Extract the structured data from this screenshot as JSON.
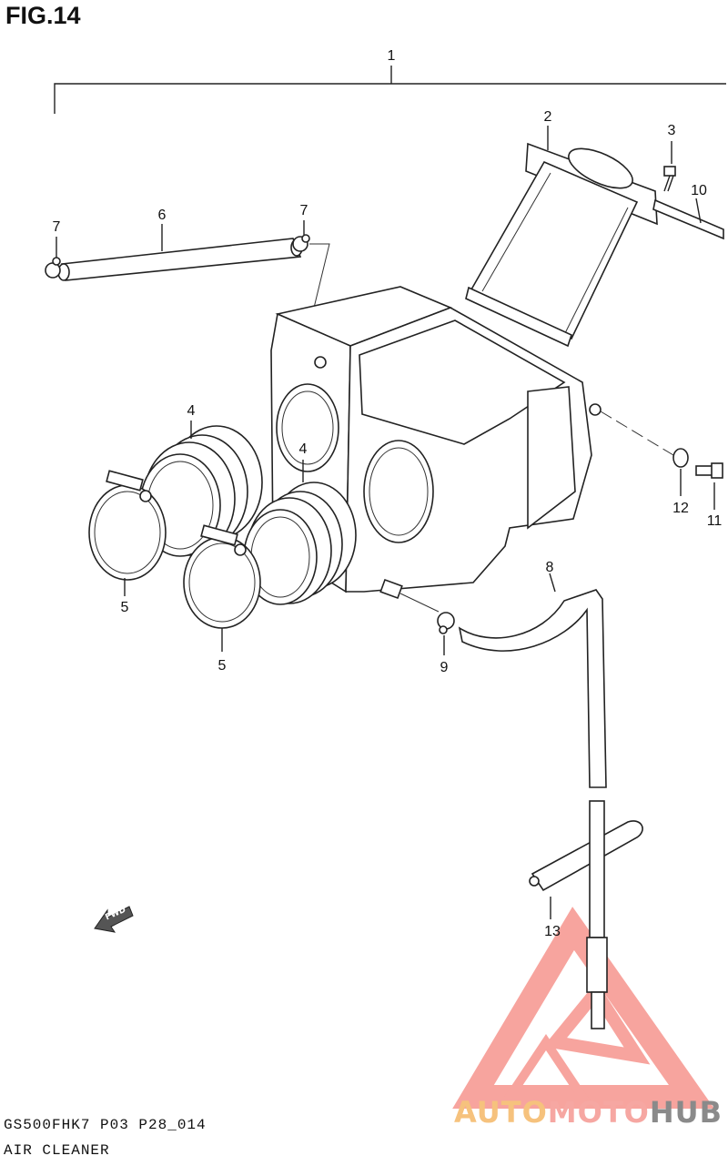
{
  "figure_title": "FIG.14",
  "callouts": {
    "c1": "1",
    "c2": "2",
    "c3": "3",
    "c4a": "4",
    "c4b": "4",
    "c5a": "5",
    "c5b": "5",
    "c6": "6",
    "c7a": "7",
    "c7b": "7",
    "c8": "8",
    "c9": "9",
    "c10": "10",
    "c11": "11",
    "c12": "12",
    "c13": "13"
  },
  "fwd_label": "FWD",
  "footer": {
    "code": "GS500FHK7 P03 P28_014",
    "name": "AIR CLEANER"
  },
  "watermark": {
    "part_a": "AUTO",
    "part_b": "MOTO",
    "part_c": "HUB"
  },
  "colors": {
    "watermark_red": "#f15a4f",
    "watermark_orange": "#f6c27d",
    "watermark_gray": "#8a8a8a"
  }
}
